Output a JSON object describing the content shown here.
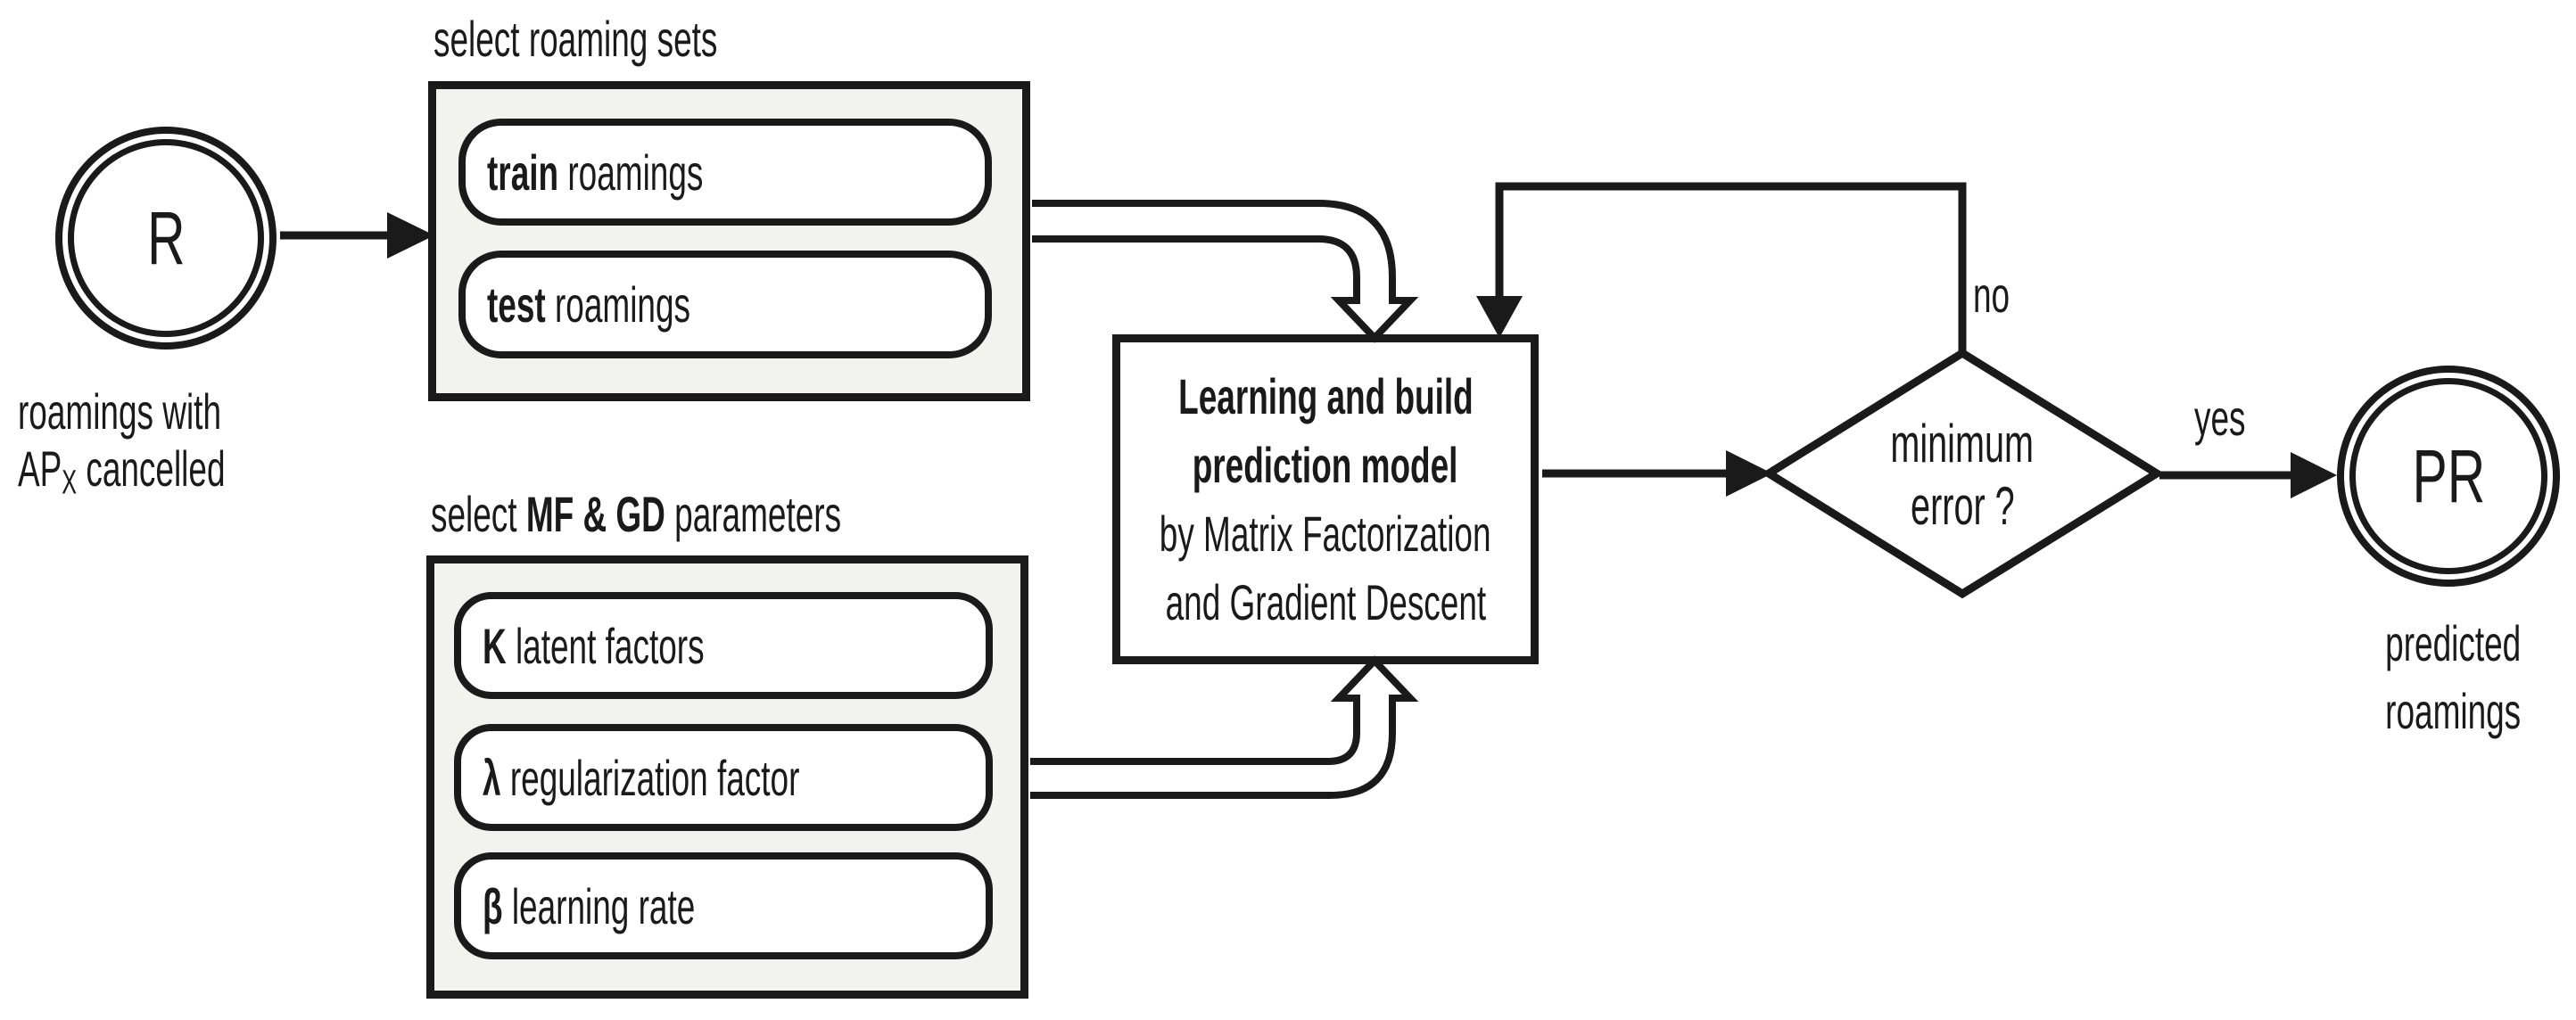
{
  "colors": {
    "ink": "#1a1a1a",
    "panel_fill": "#f2f2ef",
    "shape_fill": "#ffffff",
    "background": "#ffffff"
  },
  "start_node": {
    "label": "R",
    "caption_line1": "roamings with",
    "caption_ap": "AP",
    "caption_ap_subscript": "X",
    "caption_line2_rest": " cancelled"
  },
  "roaming_sets": {
    "title": "select roaming sets",
    "pills": [
      {
        "bold": "train",
        "rest": " roamings"
      },
      {
        "bold": "test",
        "rest": " roamings"
      }
    ]
  },
  "parameters": {
    "title_prefix": "select ",
    "title_bold": "MF & GD",
    "title_suffix": " parameters",
    "pills": [
      {
        "bold": "K",
        "rest": " latent factors"
      },
      {
        "bold": "λ",
        "rest": " regularization factor"
      },
      {
        "bold": "β",
        "rest": " learning rate"
      }
    ]
  },
  "model_box": {
    "line1": "Learning and build",
    "line2": "prediction model",
    "line3": "by Matrix Factorization",
    "line4": "and Gradient Descent"
  },
  "decision": {
    "line1": "minimum",
    "line2": "error ?",
    "no_label": "no",
    "yes_label": "yes"
  },
  "end_node": {
    "label": "PR",
    "caption_line1": "predicted",
    "caption_line2": "roamings"
  }
}
